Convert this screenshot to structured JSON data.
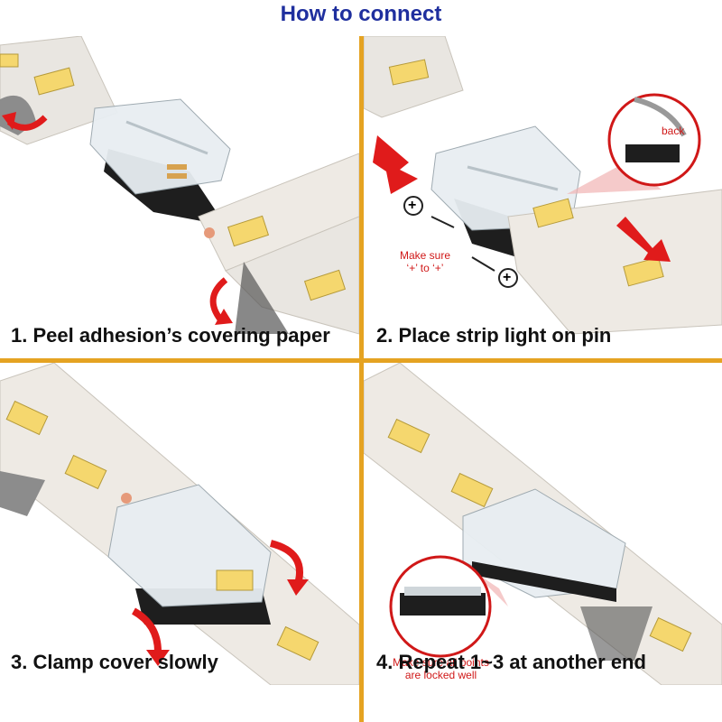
{
  "header": {
    "title": "How to connect"
  },
  "steps": [
    {
      "caption": "1. Peel adhesion’s covering paper"
    },
    {
      "caption": "2. Place strip light on pin",
      "note_line1": "Make sure",
      "note_line2": "‘+’ to ‘+’",
      "inset_label": "back",
      "plus_sign": "+"
    },
    {
      "caption": "3. Clamp cover slowly"
    },
    {
      "caption": "4. Repeat 1~3 at another end",
      "note_line1": "Make sure all points",
      "note_line2": "are locked well"
    }
  ],
  "colors": {
    "title": "#1f2f9e",
    "divider": "#e5a322",
    "arrow": "#e01b1b",
    "note": "#d01818"
  }
}
